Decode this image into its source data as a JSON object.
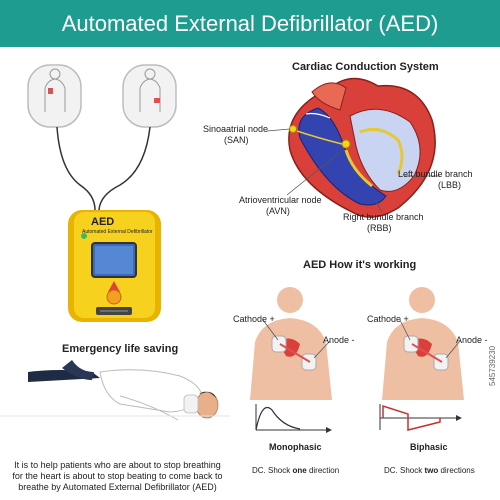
{
  "header": {
    "title": "Automated External Defibrillator (AED)"
  },
  "device": {
    "brand": "AED",
    "subtitle": "Automated External Defibrillator"
  },
  "conduction": {
    "title": "Cardiac Conduction System",
    "san": "Sinoaatrial node",
    "san_abbr": "(SAN)",
    "avn": "Atrioventricular node",
    "avn_abbr": "(AVN)",
    "lbb": "Left bundle branch",
    "lbb_abbr": "(LBB)",
    "rbb": "Right bundle branch",
    "rbb_abbr": "(RBB)"
  },
  "working": {
    "title": "AED How it's working",
    "cathode_left": "Cathode +",
    "anode_left": "Anode -",
    "cathode_right": "Cathode +",
    "anode_right": "Anode -",
    "mono_title": "Monophasic",
    "mono_desc_pre": "DC. Shock",
    "mono_desc_bold": "one",
    "mono_desc_post": "direction",
    "bi_title": "Biphasic",
    "bi_desc_pre": "DC. Shock",
    "bi_desc_bold": "two",
    "bi_desc_post": "directions"
  },
  "emergency": {
    "title": "Emergency life saving",
    "text": "It is to help patients who are about to stop breathing for the heart is about to stop beating to come back to breathe by Automated External Defibrillator (AED)"
  },
  "stock_id": "545739230",
  "colors": {
    "header": "#1e9c90",
    "aed_yellow": "#f6d21e",
    "heart_red": "#d9403a",
    "heart_blue": "#3343b0"
  }
}
